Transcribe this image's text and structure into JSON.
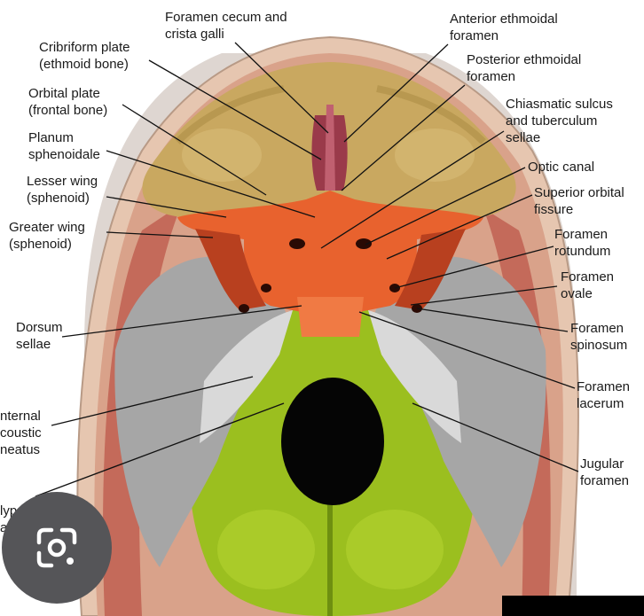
{
  "labels": {
    "foramen_cecum": "Foramen cecum and\ncrista galli",
    "anterior_ethmoidal": "Anterior ethmoidal\nforamen",
    "posterior_ethmoidal": "Posterior ethmoidal\nforamen",
    "chiasmatic_sulcus": "Chiasmatic sulcus\nand tuberculum\nsellae",
    "optic_canal": "Optic canal",
    "superior_orbital": "Superior orbital\nfissure",
    "foramen_rotundum": "Foramen\nrotundum",
    "foramen_ovale": "Foramen\novale",
    "foramen_spinosum": "Foramen\nspinosum",
    "foramen_lacerum": "Foramen\nlacerum",
    "jugular_foramen": "Jugular\nforamen",
    "cribriform_plate": "Cribriform plate\n(ethmoid bone)",
    "orbital_plate": "Orbital plate\n(frontal bone)",
    "planum": "Planum\nsphenoidale",
    "lesser_wing": "Lesser wing\n(sphenoid)",
    "greater_wing": "Greater wing\n(sphenoid)",
    "dorsum_sellae": "Dorsum\nsellae",
    "internal_acoustic": "nternal\ncoustic\nneatus",
    "hypoglossal": "lypoglossal\nanal"
  },
  "colors": {
    "anterior_fossa": "#c9a860",
    "sphenoid": "#e8622e",
    "posterior_fossa": "#9bbf1f",
    "temporal": "#a9a9a9",
    "skull_rim": "#e8c8b4",
    "lens_button": "#555558"
  },
  "icons": {
    "lens": "google-lens-icon"
  }
}
